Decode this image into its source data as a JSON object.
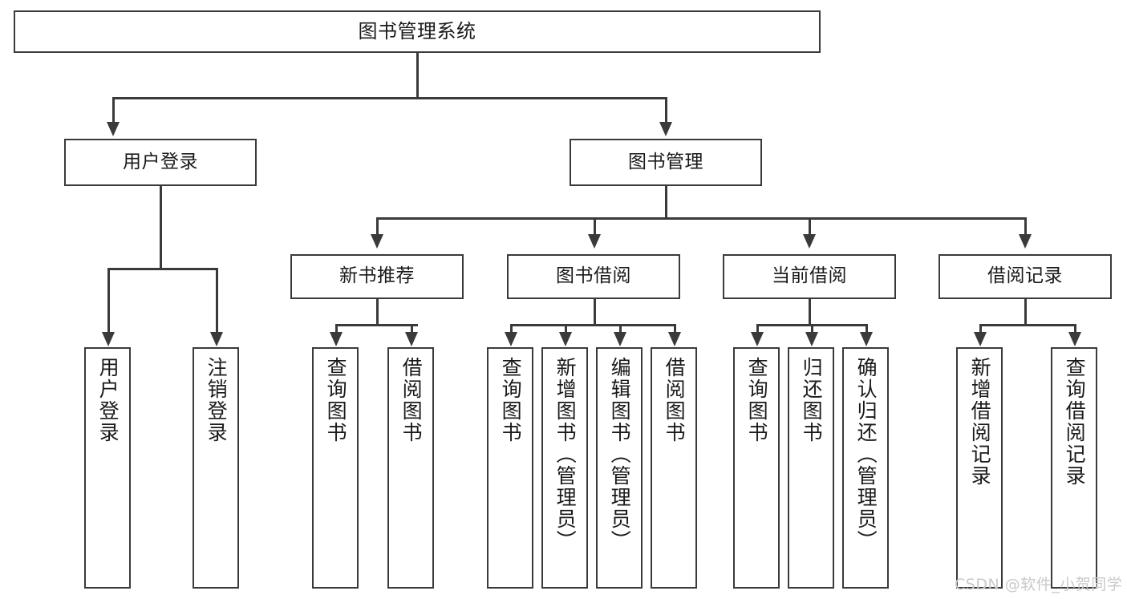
{
  "diagram": {
    "type": "tree",
    "title": "图书管理系统",
    "orientation": "top-down",
    "colors": {
      "stroke": "#3a3a3a",
      "fill": "#ffffff",
      "text": "#1a1a1a",
      "watermark": "#c9c9c9"
    },
    "nodes": {
      "root": {
        "label": "图书管理系统"
      },
      "level2": [
        {
          "label": "用户登录"
        },
        {
          "label": "图书管理"
        }
      ],
      "level3": [
        {
          "label": "新书推荐"
        },
        {
          "label": "图书借阅"
        },
        {
          "label": "当前借阅"
        },
        {
          "label": "借阅记录"
        }
      ],
      "leaves_user_login": [
        {
          "label": "用户登录"
        },
        {
          "label": "注销登录"
        }
      ],
      "leaves_new_book": [
        {
          "label": "查询图书"
        },
        {
          "label": "借阅图书"
        }
      ],
      "leaves_borrow": [
        {
          "label": "查询图书"
        },
        {
          "label": "新增图书（管理员）"
        },
        {
          "label": "编辑图书（管理员）"
        },
        {
          "label": "借阅图书"
        }
      ],
      "leaves_current": [
        {
          "label": "查询图书"
        },
        {
          "label": "归还图书"
        },
        {
          "label": "确认归还（管理员）"
        }
      ],
      "leaves_records": [
        {
          "label": "新增借阅记录"
        },
        {
          "label": "查询借阅记录"
        }
      ]
    },
    "watermark": "CSDN @软件_小贺同学"
  }
}
